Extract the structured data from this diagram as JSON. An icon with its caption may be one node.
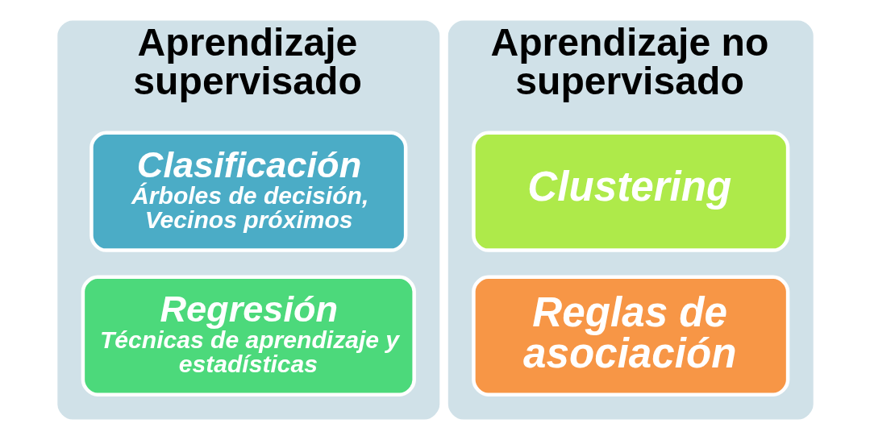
{
  "diagram": {
    "nodes": [
      {
        "text": [
          "Aprendizaje supervisado"
        ]
      },
      {
        "text": [
          "Clasificación",
          "Árboles de decisión, Vecinos próximos"
        ],
        "in": 0
      },
      {
        "text": [
          "Regresión",
          "Técnicas de aprendizaje y estadísticas"
        ],
        "in": 0
      },
      {
        "text": [
          "Aprendizaje no supervisado"
        ]
      },
      {
        "text": [
          "Clustering"
        ],
        "in": 3
      },
      {
        "text": [
          "Reglas de asociación"
        ],
        "in": 3
      }
    ],
    "edges": []
  }
}
